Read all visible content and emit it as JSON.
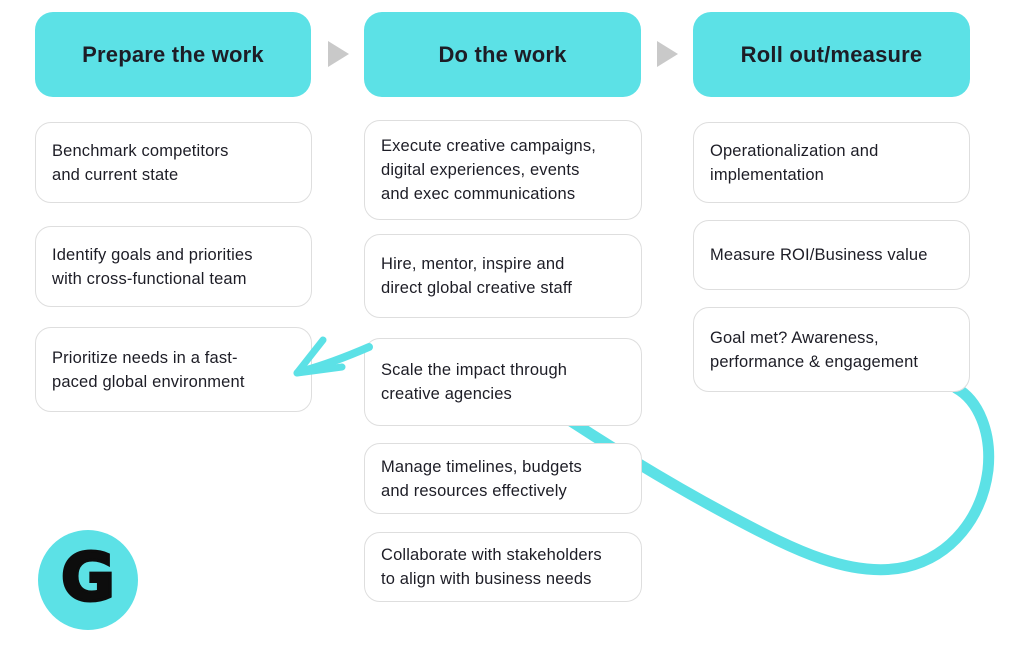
{
  "diagram": {
    "columns": [
      {
        "header": "Prepare the work",
        "cards": [
          "Benchmark competitors\nand current state",
          "Identify goals and priorities\nwith cross-functional team",
          "Prioritize needs in a fast-\npaced global environment"
        ]
      },
      {
        "header": "Do the work",
        "cards": [
          "Execute creative campaigns,\ndigital experiences, events\nand exec communications",
          "Hire, mentor, inspire and\ndirect global creative staff",
          "Scale the impact through\ncreative agencies",
          "Manage timelines, budgets\nand resources effectively",
          "Collaborate with stakeholders\nto align with business needs"
        ]
      },
      {
        "header": "Roll out/measure",
        "cards": [
          "Operationalization and\nimplementation",
          "Measure ROI/Business value",
          "Goal met? Awareness,\nperformance & engagement"
        ]
      }
    ]
  },
  "logo": {
    "letter": "G"
  },
  "colors": {
    "accent_cyan": "#5CE1E6",
    "flow_arrow_gray": "#C9C9C9",
    "card_border": "#DEDEDE",
    "text_dark": "#1D1D26",
    "background": "#FFFFFF",
    "logo_black": "#0D0D0D"
  }
}
